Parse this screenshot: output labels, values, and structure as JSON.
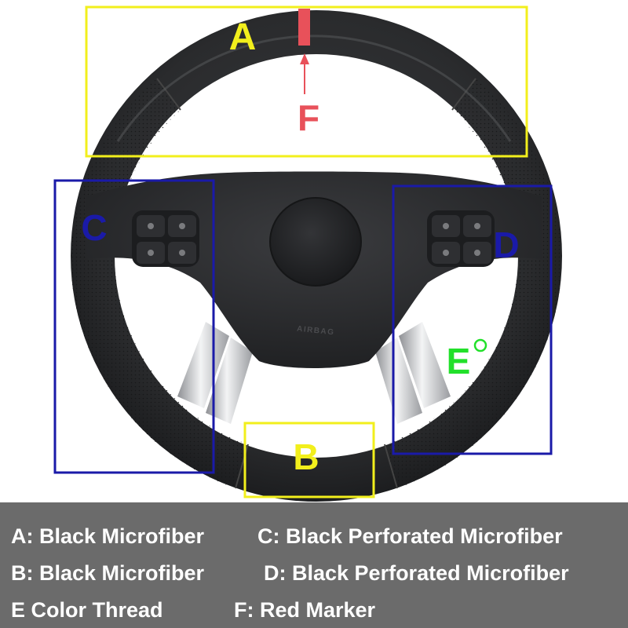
{
  "image": {
    "subject": "steering-wheel",
    "zone_labels": {
      "a": "A",
      "b": "B",
      "c": "C",
      "d": "D",
      "e": "E",
      "f": "F"
    },
    "printed_text": {
      "airbag": "AIRBAG"
    },
    "colors": {
      "top_zone_box": "#f2ef1c",
      "side_zone_box": "#1a1aa8",
      "red_marker": "#e8515a",
      "thread_label": "#22e02a",
      "leather": "#2a2b2d",
      "chrome": "#c9cbce"
    }
  },
  "legend": {
    "background": "#6b6b6b",
    "items": [
      {
        "text": "A: Black Microfiber"
      },
      {
        "text": "C: Black Perforated Microfiber"
      },
      {
        "text": "B: Black Microfiber"
      },
      {
        "text": "D: Black Perforated Microfiber"
      },
      {
        "text": "E  Color Thread"
      },
      {
        "text": "F: Red Marker"
      }
    ]
  }
}
